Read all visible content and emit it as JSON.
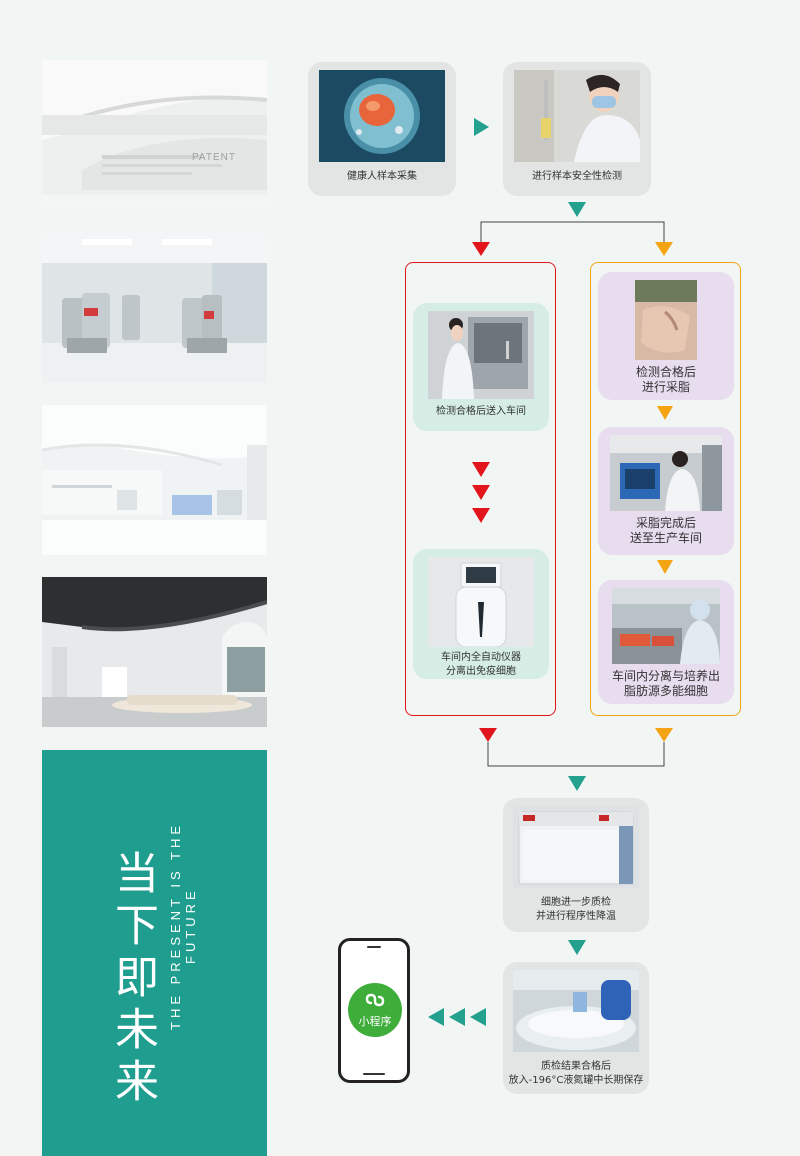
{
  "slogan": {
    "chinese": "当下即未来",
    "english": "THE PRESENT IS THE FUTURE"
  },
  "gallery": {
    "patent_wall_text": "PATENT"
  },
  "flow": {
    "step1": "健康人样本采集",
    "step2": "进行样本安全性检测",
    "left_branch": {
      "step_a": "检测合格后送入车间",
      "step_b": "车间内全自动仪器\n分离出免疫细胞"
    },
    "right_branch": {
      "step_a": "检测合格后\n进行采脂",
      "step_b": "采脂完成后\n送至生产车间",
      "step_c": "车间内分离与培养出\n脂肪源多能细胞"
    },
    "step3": "细胞进一步质检\n并进行程序性降温",
    "step4": "质检结果合格后\n放入-196°C液氮罐中长期保存"
  },
  "mini_program": {
    "label": "小程序"
  },
  "colors": {
    "teal": "#1f9e8f",
    "arrow_teal": "#24a08f",
    "red": "#e3151c",
    "orange": "#f4a412",
    "wechat_green": "#3fad3a"
  }
}
